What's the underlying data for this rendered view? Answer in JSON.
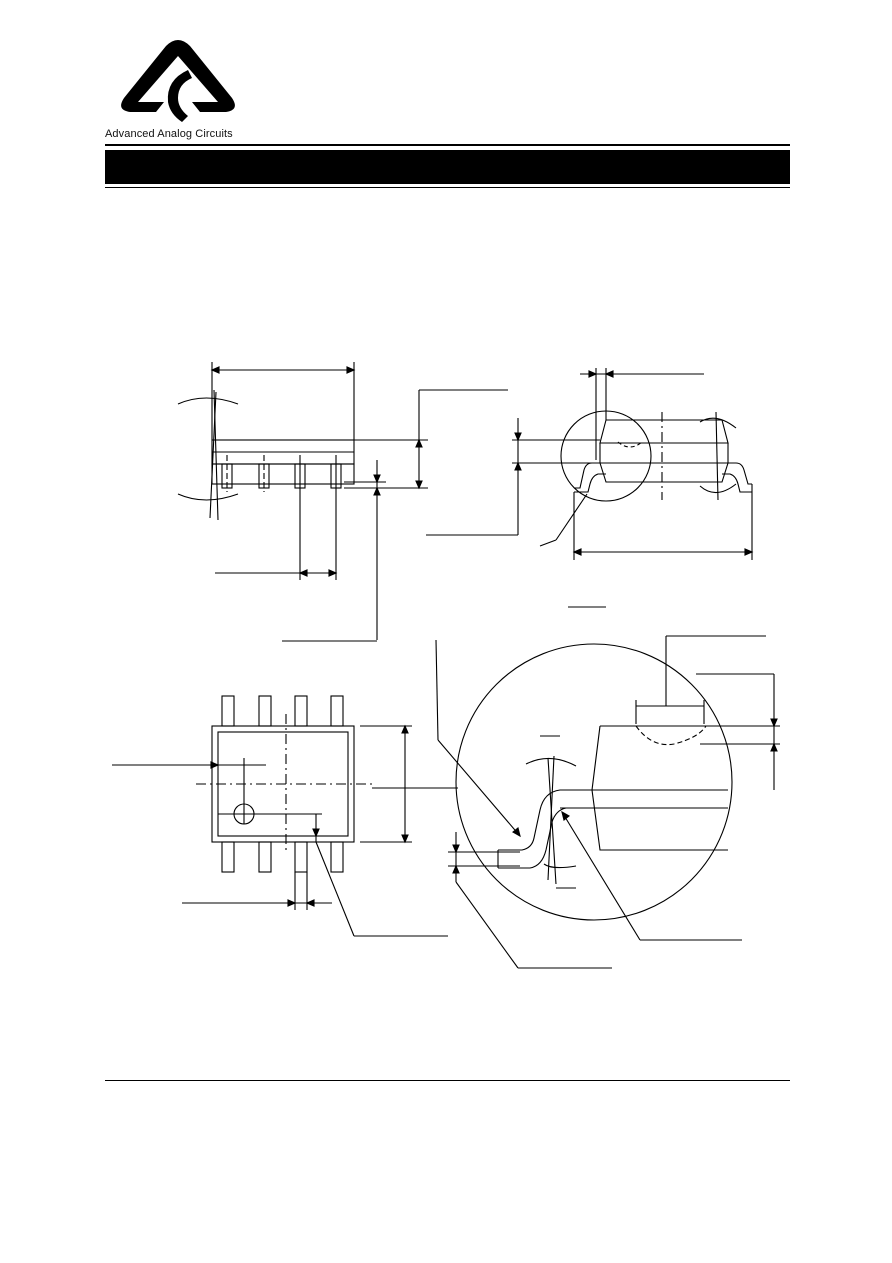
{
  "header": {
    "company_name": "Advanced Analog Circuits",
    "logo": "aac-triangle-logo",
    "title_bar_color": "#000000"
  },
  "drawing": {
    "views": [
      "front-view",
      "side-view",
      "top-view",
      "detail-view"
    ],
    "text_labels": []
  }
}
